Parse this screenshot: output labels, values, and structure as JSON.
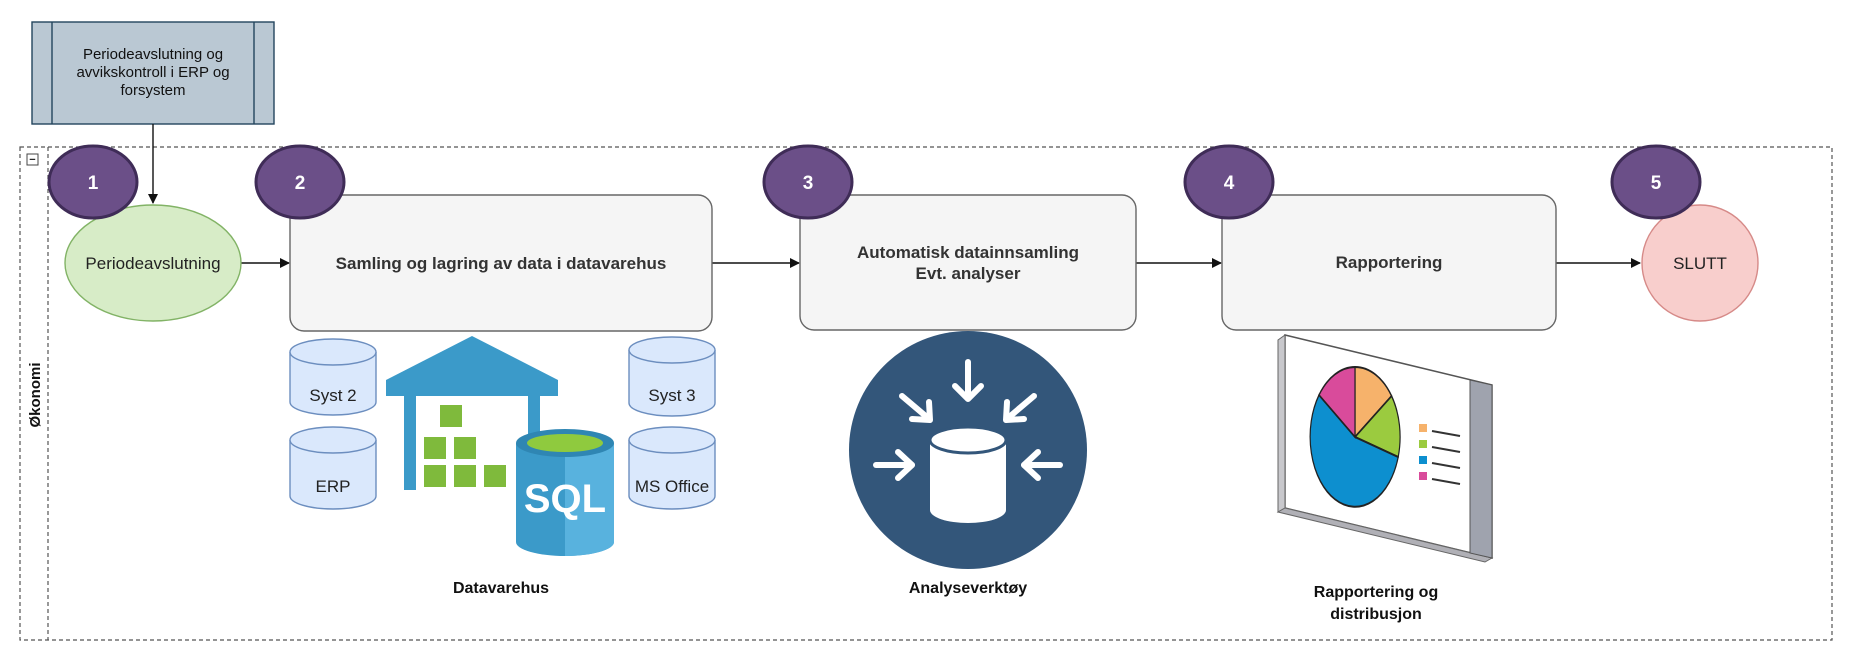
{
  "process_box": {
    "label_lines": [
      "Periodeavslutning og",
      "avvikskontroll i ERP og",
      "forsystem"
    ]
  },
  "pool": {
    "label": "Økonomi",
    "collapse_glyph": "−"
  },
  "steps": [
    {
      "number": "1"
    },
    {
      "number": "2"
    },
    {
      "number": "3"
    },
    {
      "number": "4"
    },
    {
      "number": "5"
    }
  ],
  "nodes": {
    "start": "Periodeavslutning",
    "collect": "Samling og lagring av data i datavarehus",
    "auto_lines": [
      "Automatisk datainnsamling",
      "Evt. analyser"
    ],
    "report": "Rapportering",
    "end": "SLUTT"
  },
  "databases": {
    "syst2": "Syst 2",
    "erp": "ERP",
    "syst3": "Syst 3",
    "msoffice": "MS Office"
  },
  "icons": {
    "warehouse": "warehouse-icon",
    "sql": "sql-database-icon",
    "sql_text": "SQL",
    "analysis": "data-ingestion-icon",
    "report_board": "pie-chart-board-icon"
  },
  "captions": {
    "datavarehus": "Datavarehus",
    "analyse": "Analyseverktøy",
    "rapportering_lines": [
      "Rapportering og",
      "distribusjon"
    ]
  },
  "colors": {
    "badge": "#6b4f88",
    "badge_stroke": "#3f2c57",
    "start_fill": "#d7ecc7",
    "start_stroke": "#82b366",
    "end_fill": "#f8cecc",
    "end_stroke": "#d68a88",
    "box_fill": "#f5f5f5",
    "process_fill": "#bac8d3",
    "process_stroke": "#23445d",
    "db_fill": "#dae8fc",
    "db_stroke": "#6c8ebf",
    "warehouse": "#3b9ac9",
    "crate": "#7fba3c",
    "analysis_circle": "#33567a"
  }
}
